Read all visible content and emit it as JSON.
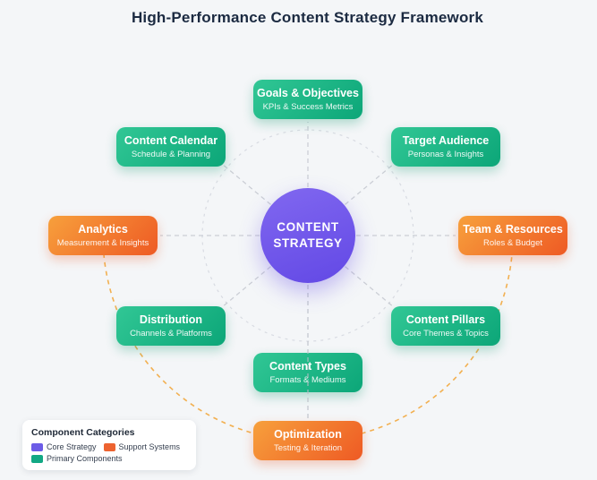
{
  "title": "High-Performance Content Strategy Framework",
  "center": {
    "line1": "CONTENT",
    "line2": "STRATEGY"
  },
  "nodes": [
    {
      "title": "Goals & Objectives",
      "subtitle": "KPIs & Success Metrics",
      "category": "primary"
    },
    {
      "title": "Target Audience",
      "subtitle": "Personas & Insights",
      "category": "primary"
    },
    {
      "title": "Team & Resources",
      "subtitle": "Roles & Budget",
      "category": "support"
    },
    {
      "title": "Content Pillars",
      "subtitle": "Core Themes & Topics",
      "category": "primary"
    },
    {
      "title": "Content Types",
      "subtitle": "Formats & Mediums",
      "category": "primary"
    },
    {
      "title": "Optimization",
      "subtitle": "Testing & Iteration",
      "category": "support"
    },
    {
      "title": "Distribution",
      "subtitle": "Channels & Platforms",
      "category": "primary"
    },
    {
      "title": "Analytics",
      "subtitle": "Measurement & Insights",
      "category": "support"
    },
    {
      "title": "Content Calendar",
      "subtitle": "Schedule & Planning",
      "category": "primary"
    }
  ],
  "legend": {
    "title": "Component Categories",
    "items": [
      {
        "label": "Core Strategy",
        "color": "#6c5ce7"
      },
      {
        "label": "Support Systems",
        "color": "#ed6330"
      },
      {
        "label": "Primary Components",
        "color": "#12a884"
      }
    ]
  },
  "colors": {
    "core_strategy": "#6c5ce7",
    "support_systems": "#ee5a24",
    "primary_components": "#10a377",
    "outer_ring": "#f2a83e",
    "title_text": "#1b2a41",
    "background": "#f4f6f8"
  }
}
